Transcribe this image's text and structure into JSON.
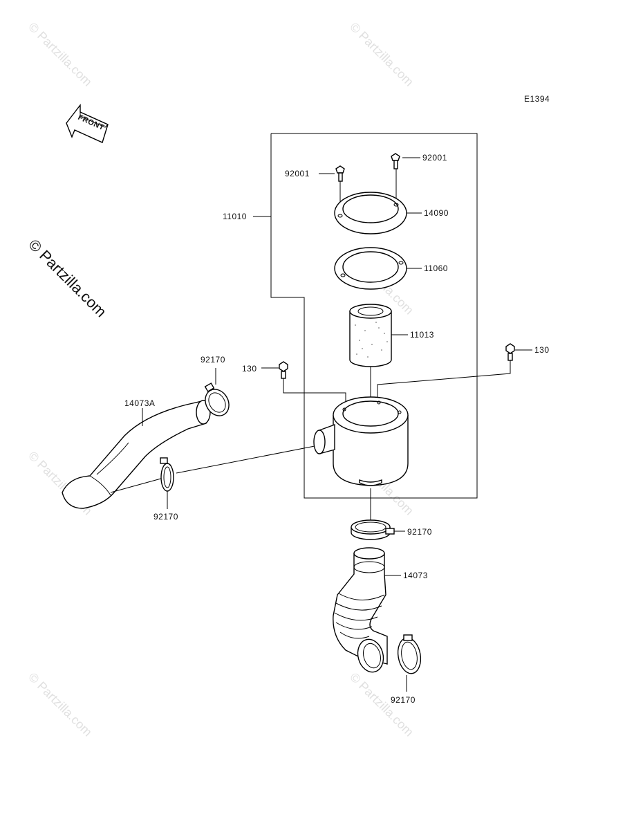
{
  "diagram_code": "E1394",
  "front_label": "FRONT",
  "watermark": "© Partzilla.com",
  "callouts": {
    "assembly": "11010",
    "wing_bolt_left": "92001",
    "wing_bolt_right": "92001",
    "cover": "14090",
    "gasket": "11060",
    "filter_element": "11013",
    "bolt_left": "130",
    "bolt_right": "130",
    "clamp_top_left": "92170",
    "intake_duct_a": "14073A",
    "clamp_bottom_left": "92170",
    "clamp_lower_mid": "92170",
    "outlet_duct": "14073",
    "clamp_bottom": "92170"
  }
}
